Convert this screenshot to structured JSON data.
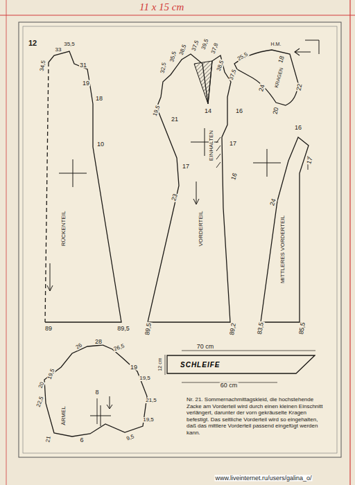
{
  "diagram": {
    "title": "11 x 15 cm",
    "caption": "Nr. 21. Sommernachmittagskleid, die hochstehende Zacke am Vorderteil wird durch einen kleinen Einschnitt verlängert, darunter der vorn gekräuselte Kragen befestigt. Das seitliche Vorderteil wird so eingehalten, daß das mittlere Vorderteil passend eingefügt werden kann.",
    "nodes": [
      {
        "text": [
          "SCHLEIFE"
        ]
      }
    ],
    "labels": [
      "12",
      "34,5",
      "33",
      "35,5",
      "31",
      "19",
      "18",
      "10",
      "89",
      "89,5",
      "RÜCKENTEIL",
      "32,5",
      "35,5",
      "38,5",
      "37,5",
      "39,5",
      "37,8",
      "38,5",
      "37,5",
      "19,5",
      "21",
      "14",
      "17",
      "23",
      "16",
      "17",
      "16",
      "89,5",
      "89,2",
      "VORDERTEIL",
      "EINHALTEN",
      "16",
      "17",
      "24",
      "83,5",
      "85,5",
      "MITTLERES VORDERTEIL",
      "25,5",
      "H.M.",
      "18",
      "KRAGEN",
      "24",
      "20",
      "22",
      "26",
      "28",
      "26,5",
      "19,5",
      "20",
      "22,5",
      "19",
      "19,5",
      "21,5",
      "19,5",
      "8",
      "21",
      "6",
      "9,5",
      "ÄRMEL",
      "70 cm",
      "12 cm",
      "60 cm",
      "www.liveinternet.ru/users/galina_o/"
    ]
  }
}
